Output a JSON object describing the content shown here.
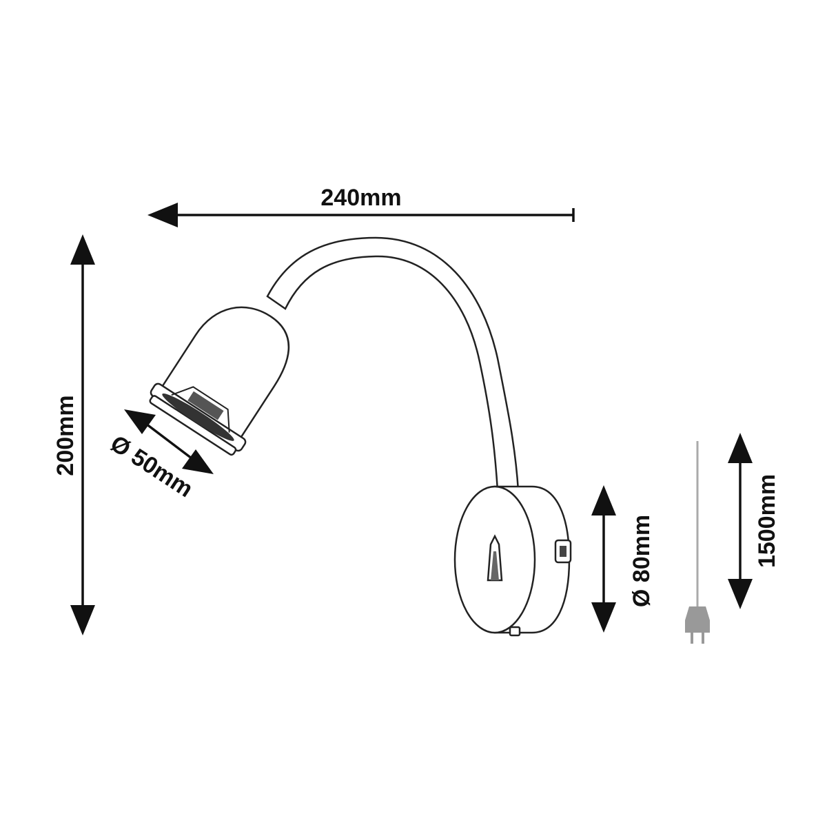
{
  "dimensions": {
    "width": "240mm",
    "height": "200mm",
    "head_diameter": "Ø 50mm",
    "base_diameter": "Ø 80mm",
    "cable_length": "1500mm"
  },
  "colors": {
    "line": "#222222",
    "arrow": "#111111",
    "plug": "#999999",
    "cable": "#aaaaaa"
  }
}
